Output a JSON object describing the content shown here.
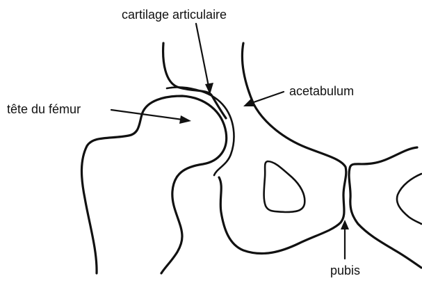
{
  "labels": {
    "cartilage": "cartilage articulaire",
    "femoral_head": "tête du fémur",
    "acetabulum": "acetabulum",
    "pubis": "pubis"
  }
}
